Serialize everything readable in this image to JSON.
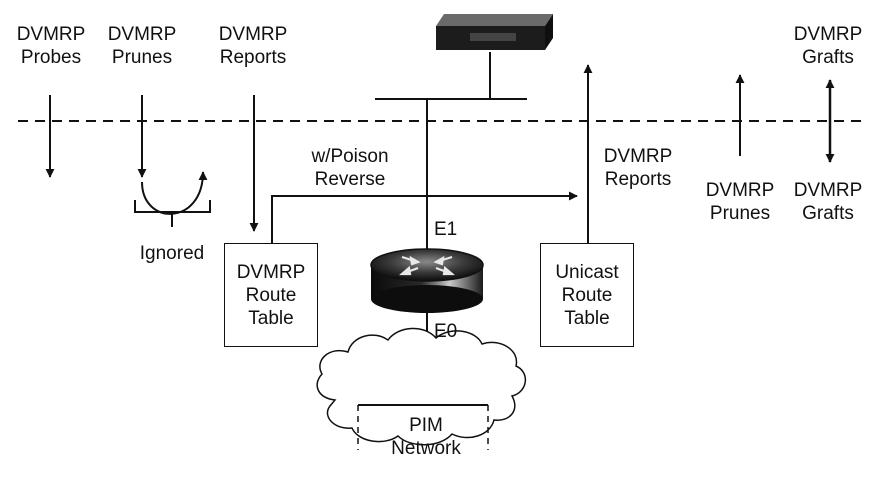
{
  "labels": {
    "probes": [
      "DVMRP",
      "Probes"
    ],
    "prunes_top": [
      "DVMRP",
      "Prunes"
    ],
    "reports_top": [
      "DVMRP",
      "Reports"
    ],
    "grafts_top": [
      "DVMRP",
      "Grafts"
    ],
    "poison": [
      "w/Poison",
      "Reverse"
    ],
    "reports_right": [
      "DVMRP",
      "Reports"
    ],
    "prunes_right": [
      "DVMRP",
      "Prunes"
    ],
    "grafts_right": [
      "DVMRP",
      "Grafts"
    ],
    "ignored": "Ignored",
    "e1": "E1",
    "e0": "E0"
  },
  "boxes": {
    "dvmrp_table": [
      "DVMRP",
      "Route",
      "Table"
    ],
    "unicast_table": [
      "Unicast",
      "Route",
      "Table"
    ]
  },
  "cloud": [
    "PIM",
    "Network"
  ],
  "icons": {
    "router": "router-icon",
    "mrouter": "mrouter-icon",
    "cloud": "cloud-icon"
  },
  "colors": {
    "ink": "#111111",
    "router_dark": "#1a1a1a",
    "router_light": "#c8c8c8"
  }
}
